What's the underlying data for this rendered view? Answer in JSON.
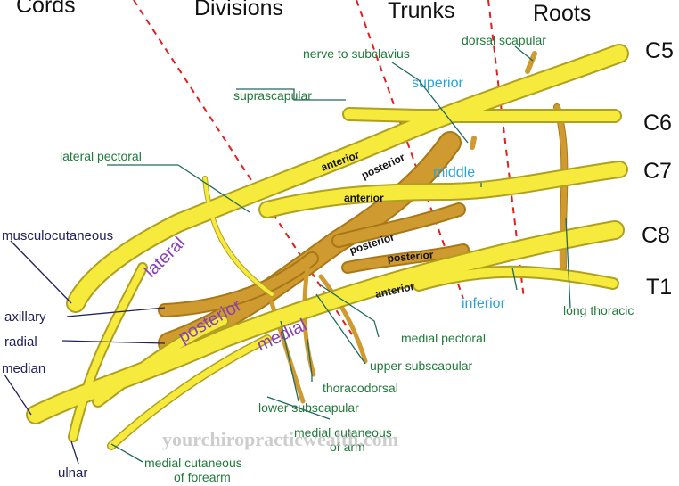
{
  "headers": {
    "cords": "Cords",
    "divisions": "Divisions",
    "trunks": "Trunks",
    "roots": "Roots"
  },
  "roots": {
    "c5": "C5",
    "c6": "C6",
    "c7": "C7",
    "c8": "C8",
    "t1": "T1"
  },
  "trunks": {
    "superior": "superior",
    "middle": "middle",
    "inferior": "inferior"
  },
  "divisions": {
    "anterior1": "anterior",
    "anterior2": "anterior",
    "anterior3": "anterior",
    "posterior1": "posterior",
    "posterior2": "posterior",
    "posterior3": "posterior"
  },
  "cords": {
    "lateral": "lateral",
    "posterior": "posterior",
    "medial": "medial"
  },
  "nerves": {
    "dorsal_scapular": "dorsal scapular",
    "nerve_to_subclavius": "nerve to subclavius",
    "suprascapular": "suprascapular",
    "lateral_pectoral": "lateral pectoral",
    "musculocutaneous": "musculocutaneous",
    "axillary": "axillary",
    "radial": "radial",
    "median": "median",
    "ulnar": "ulnar",
    "medial_cutaneous_forearm": [
      "medial cutaneous",
      "of forearm"
    ],
    "medial_cutaneous_arm": [
      "medial cutaneous",
      "of arm"
    ],
    "lower_subscapular": "lower subscapular",
    "thoracodorsal": "thoracodorsal",
    "upper_subscapular": "upper subscapular",
    "medial_pectoral": "medial pectoral",
    "long_thoracic": "long thoracic"
  },
  "watermark": "yourchiropracticwealth.com",
  "colors": {
    "nerve_yellow": "#f6ea3c",
    "nerve_outline": "#b0a020",
    "posterior_brown": "#c8902a",
    "guide_red": "#e0201c"
  }
}
